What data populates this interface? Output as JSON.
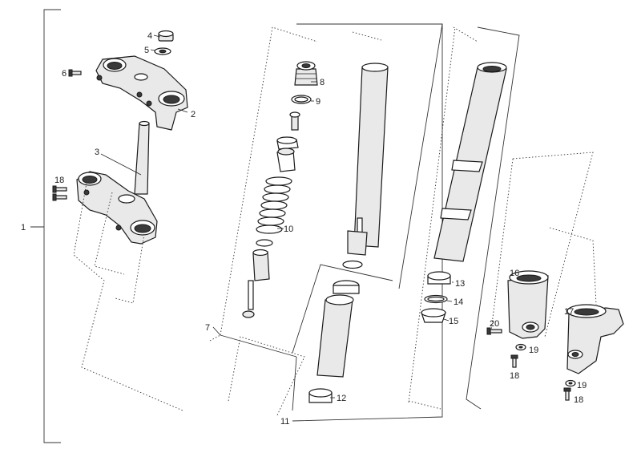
{
  "callouts": {
    "c1": "1",
    "c2": "2",
    "c3": "3",
    "c4": "4",
    "c5": "5",
    "c6": "6",
    "c7": "7",
    "c8": "8",
    "c9": "9",
    "c10": "10",
    "c11": "11",
    "c12": "12",
    "c13": "13",
    "c14": "14",
    "c15": "15",
    "c16": "16",
    "c17": "17",
    "c18a": "18",
    "c18b": "18",
    "c18c": "18",
    "c19a": "19",
    "c19b": "19",
    "c20": "20"
  }
}
